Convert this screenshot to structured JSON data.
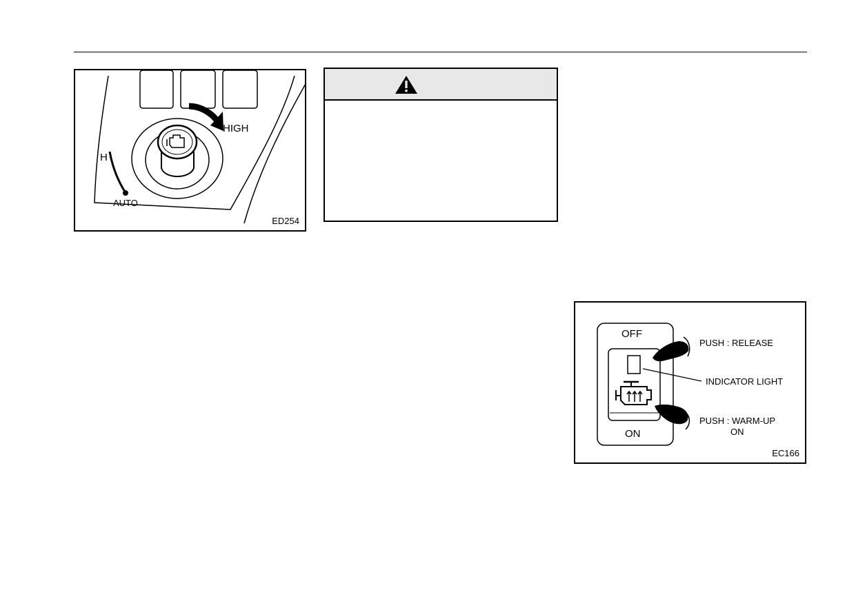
{
  "figure_dial": {
    "code": "ED254",
    "label_high": "HIGH",
    "label_h": "H",
    "label_auto": "AUTO"
  },
  "caution": {
    "icon": "warning-triangle-icon"
  },
  "figure_switch": {
    "code": "EC166",
    "label_off": "OFF",
    "label_on": "ON",
    "label_push_release": "PUSH : RELEASE",
    "label_indicator": "INDICATOR LIGHT",
    "label_push_warmup": "PUSH : WARM-UP",
    "label_warmup_on": "ON"
  }
}
